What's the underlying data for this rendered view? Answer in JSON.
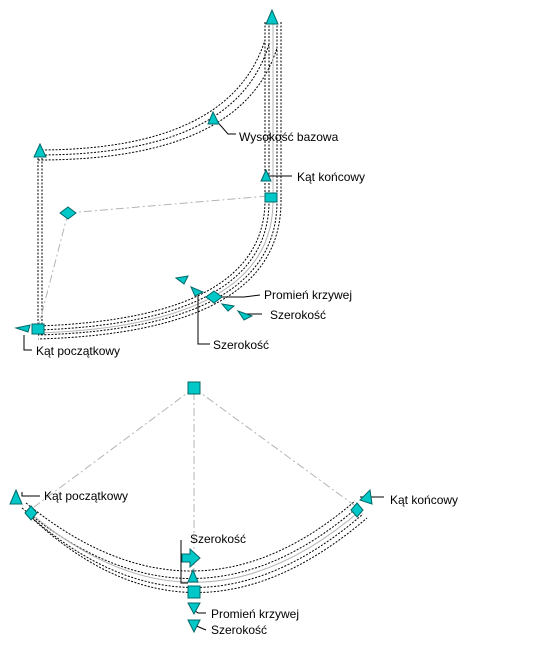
{
  "colors": {
    "background": "#ffffff",
    "grip_fill": "#00c8c8",
    "grip_stroke": "#006868",
    "curve_stroke": "#000000",
    "guide_stroke": "#b4b4b4"
  },
  "top_view": {
    "labels": {
      "base_height": "Wysokość bazowa",
      "end_angle": "Kąt końcowy",
      "curve_radius": "Promień krzywej",
      "width_outer": "Szerokość",
      "width_inner": "Szerokość",
      "start_angle": "Kąt początkowy"
    }
  },
  "bottom_view": {
    "labels": {
      "start_angle": "Kąt początkowy",
      "end_angle": "Kąt końcowy",
      "width_top": "Szerokość",
      "curve_radius": "Promień krzywej",
      "width_bottom": "Szerokość"
    }
  },
  "icons": {
    "grip_triangle": "triangle-grip-icon",
    "grip_square": "square-grip-icon",
    "grip_diamond": "diamond-grip-icon",
    "grip_arrow": "arrow-grip-icon"
  }
}
